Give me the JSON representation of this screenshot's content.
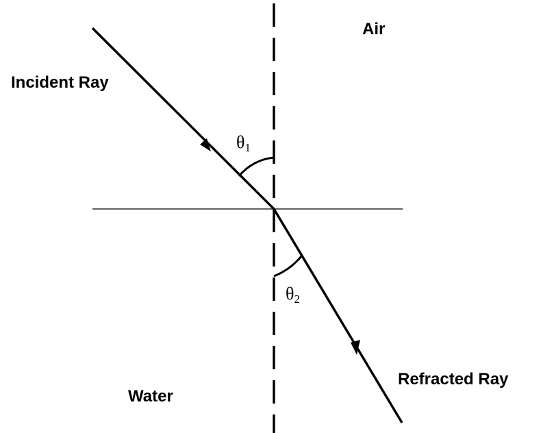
{
  "labels": {
    "incident": "Incident Ray",
    "refracted": "Refracted Ray",
    "medium_top": "Air",
    "medium_bottom": "Water"
  },
  "angles": {
    "theta1": {
      "symbol": "θ",
      "subscript": "1"
    },
    "theta2": {
      "symbol": "θ",
      "subscript": "2"
    }
  }
}
